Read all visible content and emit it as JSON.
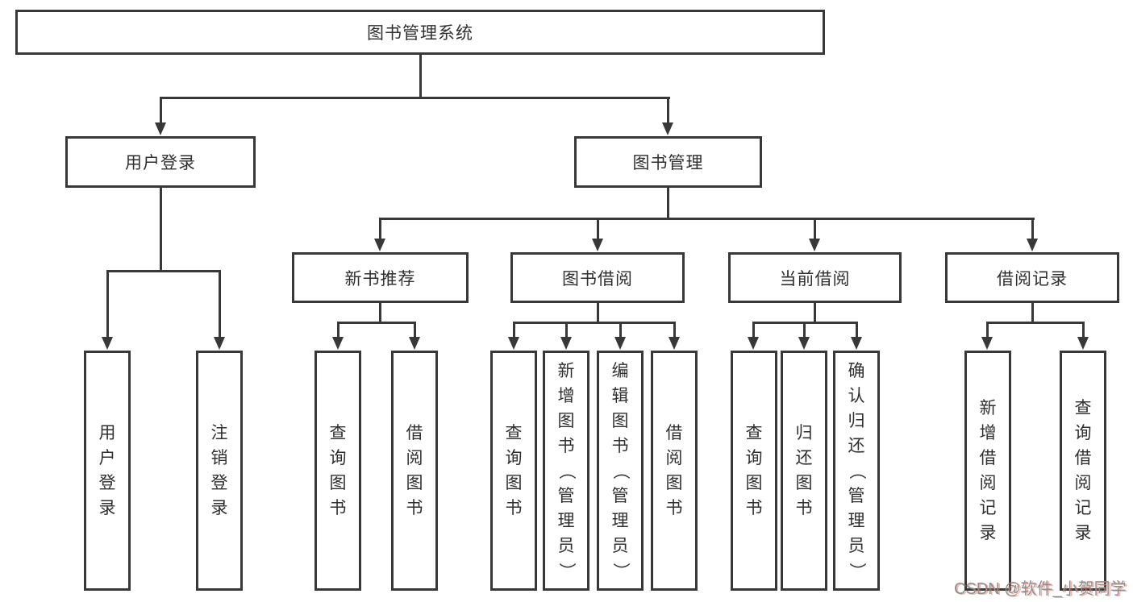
{
  "diagram": {
    "root": {
      "label": "图书管理系统"
    },
    "branches": [
      {
        "label": "用户登录",
        "children": [
          {
            "label": "用户登录"
          },
          {
            "label": "注销登录"
          }
        ]
      },
      {
        "label": "图书管理",
        "children": [
          {
            "label": "新书推荐",
            "children": [
              {
                "label": "查询图书"
              },
              {
                "label": "借阅图书"
              }
            ]
          },
          {
            "label": "图书借阅",
            "children": [
              {
                "label": "查询图书"
              },
              {
                "label": "新增图书（管理员）"
              },
              {
                "label": "编辑图书（管理员）"
              },
              {
                "label": "借阅图书"
              }
            ]
          },
          {
            "label": "当前借阅",
            "children": [
              {
                "label": "查询图书"
              },
              {
                "label": "归还图书"
              },
              {
                "label": "确认归还（管理员）"
              }
            ]
          },
          {
            "label": "借阅记录",
            "children": [
              {
                "label": "新增借阅记录"
              },
              {
                "label": "查询借阅记录"
              }
            ]
          }
        ]
      }
    ]
  },
  "watermark": {
    "text": "CSDN @软件_小贺同学"
  },
  "colors": {
    "line": "#383838",
    "text": "#2f2f2f",
    "background": "#ffffff",
    "watermark": "#8f8f8f",
    "watermark_shadow": "#e05a46"
  }
}
